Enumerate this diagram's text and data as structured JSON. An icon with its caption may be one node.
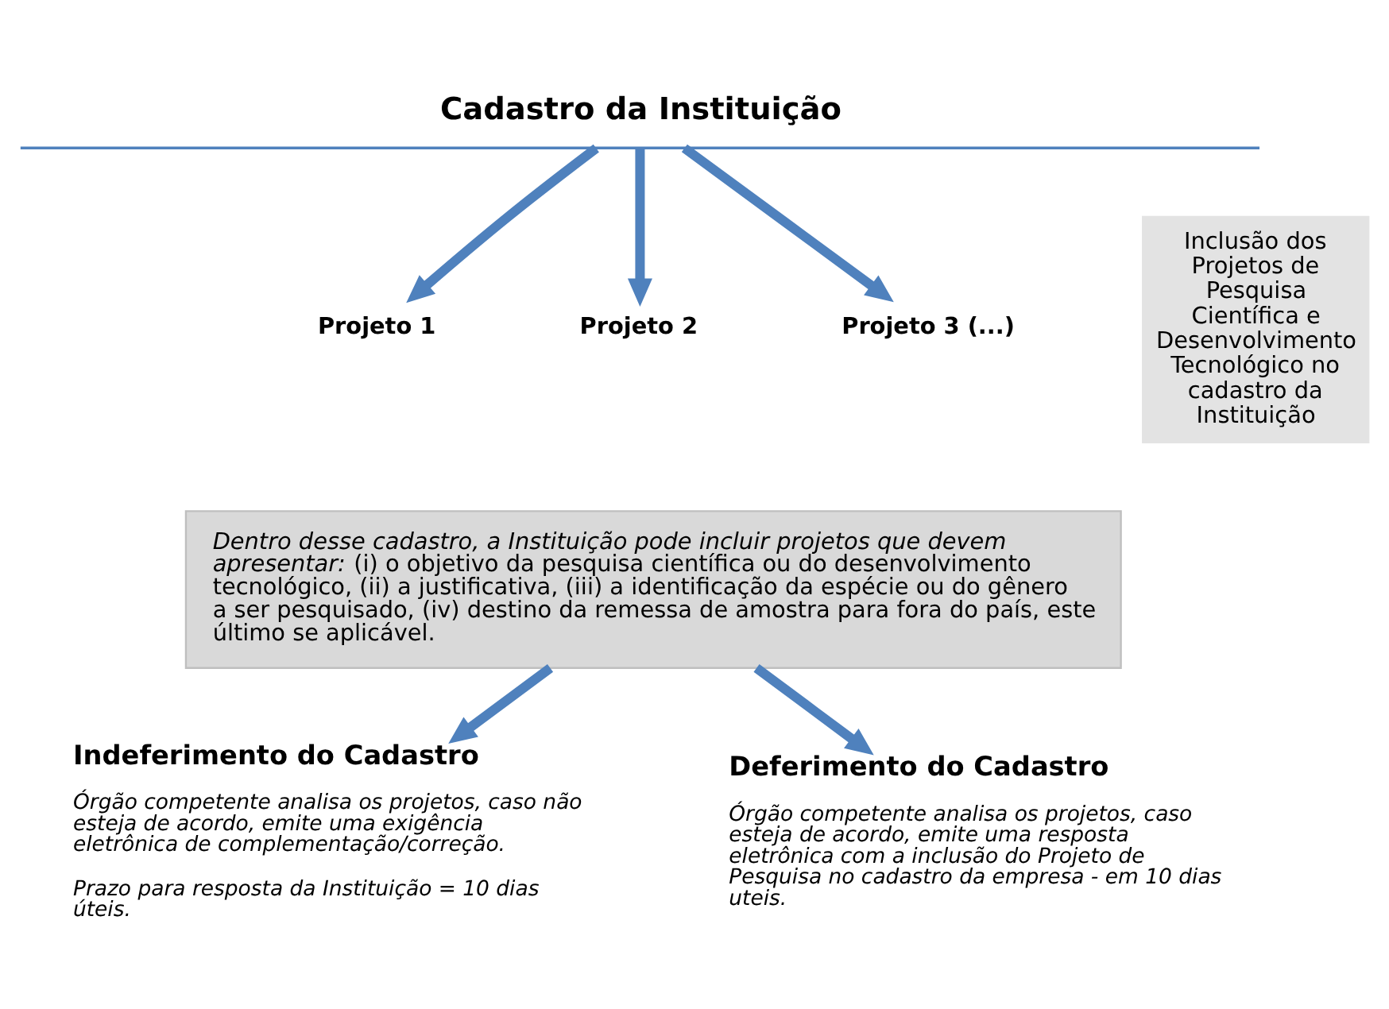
{
  "diagram": {
    "nodes": [
      {
        "text": [
          "Cadastro da Instituição"
        ]
      },
      {
        "text": [
          "Projeto 1"
        ]
      },
      {
        "text": [
          "Projeto 2"
        ]
      },
      {
        "text": [
          "Projeto 3 (...)"
        ]
      },
      {
        "text": [
          "*Dentro desse cadastro, a Instituição pode incluir projetos que devem apresentar:* (i) o objetivo da pesquisa científica ou do desenvolvimento tecnológico, (ii) a justificativa, (iii) a identificação da espécie ou do gênero a ser pesquisado, (iv) destino da remessa de amostra para fora do país, este último se aplicável."
        ]
      },
      {
        "text": [
          "Indeferimento do Cadastro",
          "Órgão competente analisa os projetos, caso não esteja de acordo, emite uma exigência eletrônica de complementação/correção.",
          "Prazo para resposta da Instituição = 10 dias úteis."
        ]
      },
      {
        "text": [
          "Deferimento do Cadastro",
          "Órgão competente analisa os projetos, caso esteja de acordo, emite uma resposta eletrônica com a inclusão do Projeto de Pesquisa no cadastro da empresa - em 10 dias uteis."
        ]
      },
      {
        "text": [
          "Inclusão dos Projetos de Pesquisa Científica e Desenvolvimento Tecnológico no cadastro da Instituição"
        ]
      }
    ],
    "edges": [
      {
        "from": 0,
        "to": 1,
        "arrow": "to"
      },
      {
        "from": 0,
        "to": 2,
        "arrow": "to"
      },
      {
        "from": 0,
        "to": 3,
        "arrow": "to"
      },
      {
        "from": 4,
        "to": 5,
        "arrow": "to"
      },
      {
        "from": 4,
        "to": 6,
        "arrow": "to"
      }
    ]
  }
}
